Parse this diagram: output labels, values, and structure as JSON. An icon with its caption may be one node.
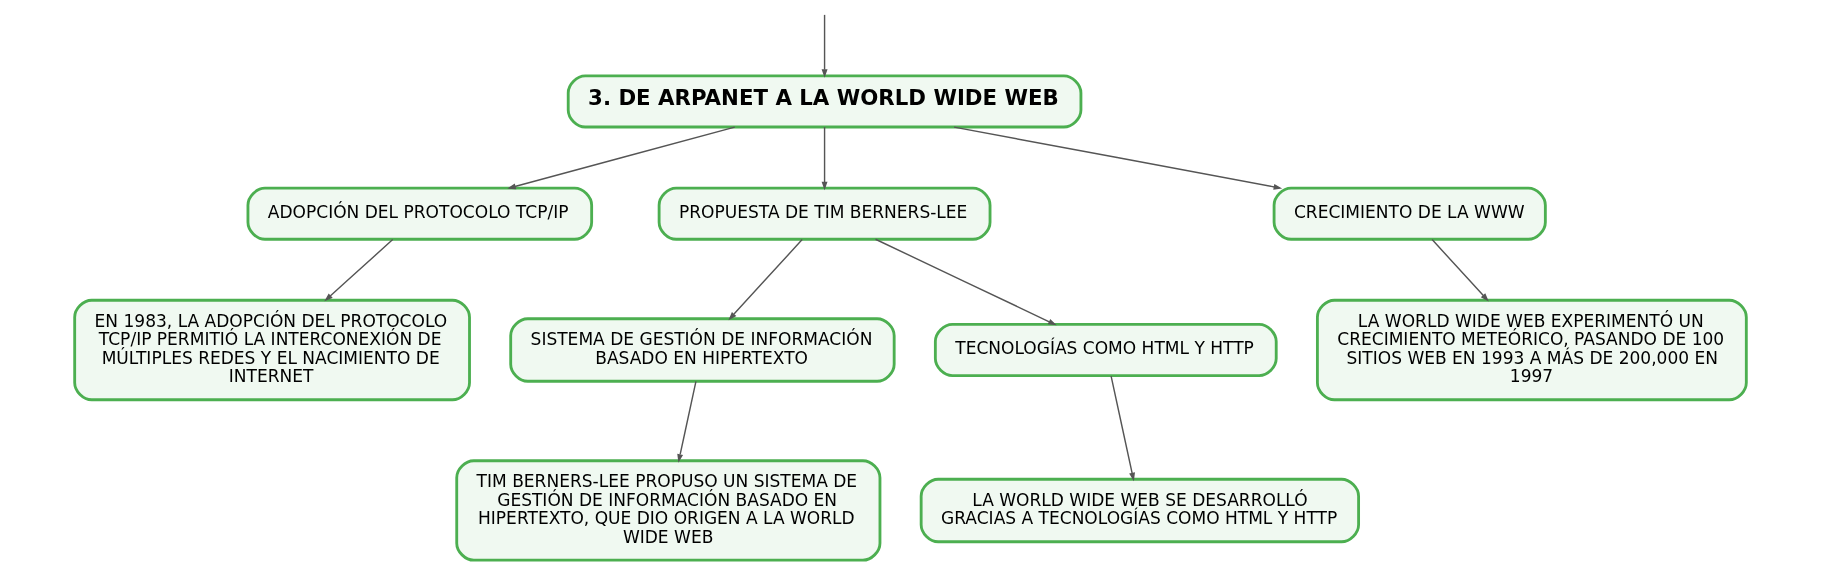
{
  "diagram": {
    "nodes": [
      {
        "text": [
          "3. DE ARPANET A LA WORLD WIDE WEB"
        ]
      },
      {
        "text": [
          "ADOPCIÓN DEL PROTOCOLO TCP/IP"
        ]
      },
      {
        "text": [
          "PROPUESTA DE TIM BERNERS-LEE"
        ]
      },
      {
        "text": [
          "CRECIMIENTO DE LA WWW"
        ]
      },
      {
        "text": [
          "EN 1983, LA ADOPCIÓN DEL PROTOCOLO TCP/IP PERMITIÓ LA INTERCONEXIÓN DE MÚLTIPLES REDES Y EL NACIMIENTO DE INTERNET"
        ]
      },
      {
        "text": [
          "SISTEMA DE GESTIÓN DE INFORMACIÓN BASADO EN HIPERTEXTO"
        ]
      },
      {
        "text": [
          "TECNOLOGÍAS COMO HTML Y HTTP"
        ]
      },
      {
        "text": [
          "TIM BERNERS-LEE PROPUSO UN SISTEMA DE GESTIÓN DE INFORMACIÓN BASADO EN HIPERTEXTO, QUE DIO ORIGEN A LA WORLD WIDE WEB"
        ]
      },
      {
        "text": [
          "LA WORLD WIDE WEB SE DESARROLLÓ GRACIAS A TECNOLOGÍAS COMO HTML Y HTTP"
        ]
      },
      {
        "text": [
          "LA WORLD WIDE WEB EXPERIMENTÓ UN CRECIMIENTO METEÓRICO, PASANDO DE 100 SITIOS WEB EN 1993 A MÁS DE 200,000 EN 1997"
        ]
      }
    ],
    "edges": [
      {
        "from": null,
        "to": 0,
        "arrow": "to"
      },
      {
        "from": 0,
        "to": 1,
        "arrow": "to"
      },
      {
        "from": 0,
        "to": 2,
        "arrow": "to"
      },
      {
        "from": 0,
        "to": 3,
        "arrow": "to"
      },
      {
        "from": 1,
        "to": 4,
        "arrow": "to"
      },
      {
        "from": 2,
        "to": 5,
        "arrow": "to"
      },
      {
        "from": 2,
        "to": 6,
        "arrow": "to"
      },
      {
        "from": 5,
        "to": 7,
        "arrow": "to"
      },
      {
        "from": 6,
        "to": 8,
        "arrow": "to"
      },
      {
        "from": 3,
        "to": 9,
        "arrow": "to"
      }
    ]
  }
}
